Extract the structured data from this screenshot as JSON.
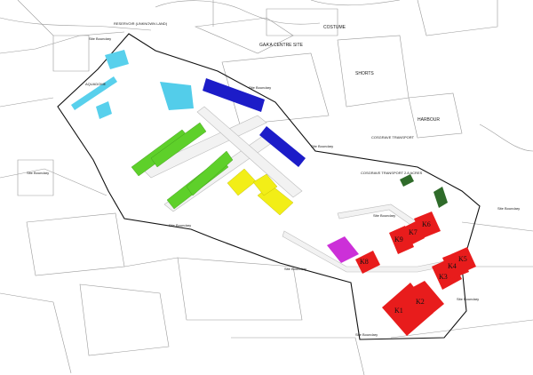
{
  "labels": {
    "road_north": "RESERVOIR (UNKNOWN LAND)",
    "gaa_centre": "GAA'A CENTRE SITE",
    "costume": "COSTUME",
    "shorts": "SHORTS",
    "harbour": "HARBOUR",
    "cosgrave_transport": "COSGRAVE TRANSPORT",
    "cosgrave_acres": "COSGRAVE TRANSPORT 2.8 ACRES",
    "aquadome": "AQUADOME"
  },
  "boundary_labels": [
    "Site Boundary",
    "Site Boundary",
    "Site Boundary",
    "Site Boundary",
    "Site Boundary",
    "Site Boundary",
    "Site Boundary",
    "Site Boundary",
    "Site Boundary",
    "Site Boundary"
  ],
  "plots": [
    "K1",
    "K2",
    "K3",
    "K4",
    "K5",
    "K6",
    "K7",
    "K8",
    "K9"
  ],
  "colors": {
    "boundary": "#111111",
    "blue_blocks": "#1c1cc8",
    "green_blocks": "#5ed02a",
    "yellow_blocks": "#f2ee17",
    "magenta_block": "#cc30d8",
    "red_blocks": "#e81c1c",
    "dark_green": "#2f6b2a",
    "aqua": "#40c8e8"
  }
}
